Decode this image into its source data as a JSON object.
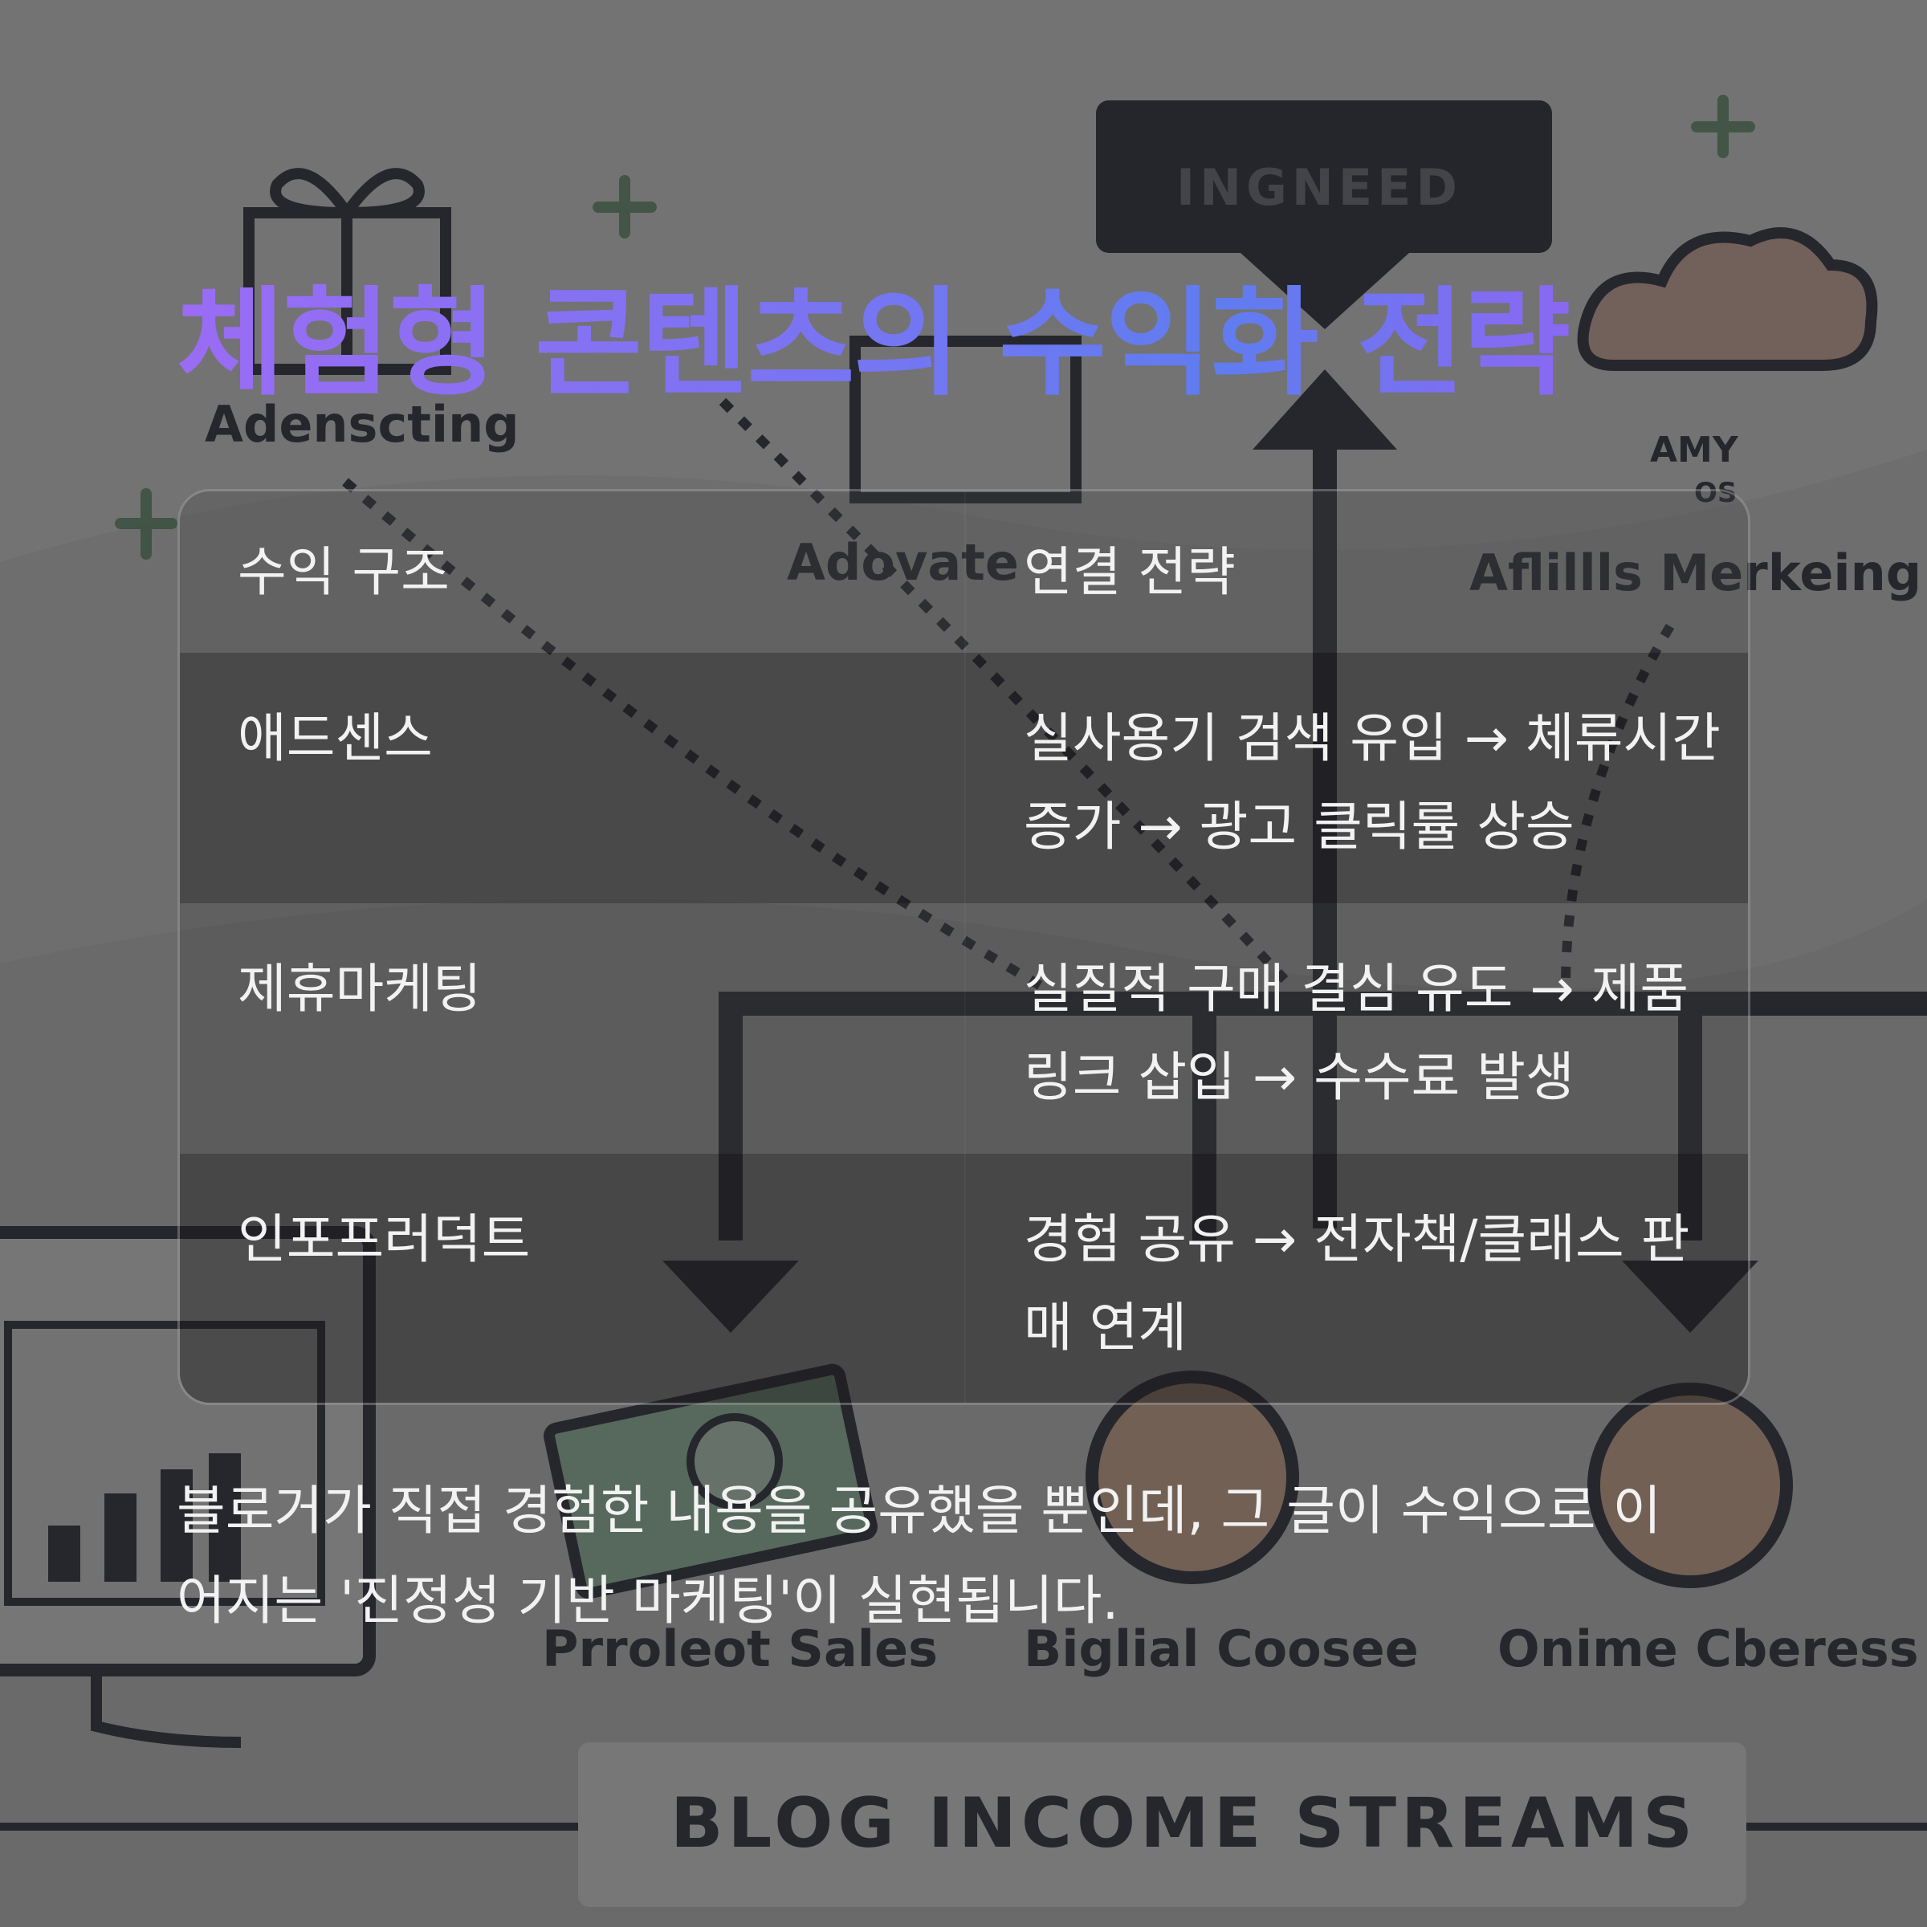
{
  "background": {
    "labels": [
      "INGNEED",
      "Adenscting",
      "Adovate",
      "Aflillls Merkeing",
      "Prroleot Sales",
      "Biglial Coosee",
      "Onime Cberess",
      "BLOG INCOME STREAMS",
      "AMY",
      "OS"
    ]
  },
  "title": "체험형 콘텐츠의 수익화 전략",
  "table": {
    "headers": [
      "수익 구조",
      "연결 전략"
    ],
    "rows": [
      {
        "type": "애드센스",
        "strategy": "실사용기 검색 유입 → 체류시간 증가 → 광고 클릭률 상승"
      },
      {
        "type": "제휴마케팅",
        "strategy": "실질적 구매 결심 유도 → 제품 링크 삽입 → 수수료 발생"
      },
      {
        "type": "인포프러덕트",
        "strategy": "경험 공유 → 전자책/클래스 판매 연계"
      }
    ]
  },
  "caption": "블로거가 직접 경험한 내용을 공유했을 뿐인데, 그 글이 수익으로 이어지는 '진정성 기반 마케팅'이 실현됩니다.",
  "colors": {
    "title_gradient_start": "#9a6cf4",
    "title_gradient_end": "#5f7df0",
    "text": "#f2f2f2"
  }
}
